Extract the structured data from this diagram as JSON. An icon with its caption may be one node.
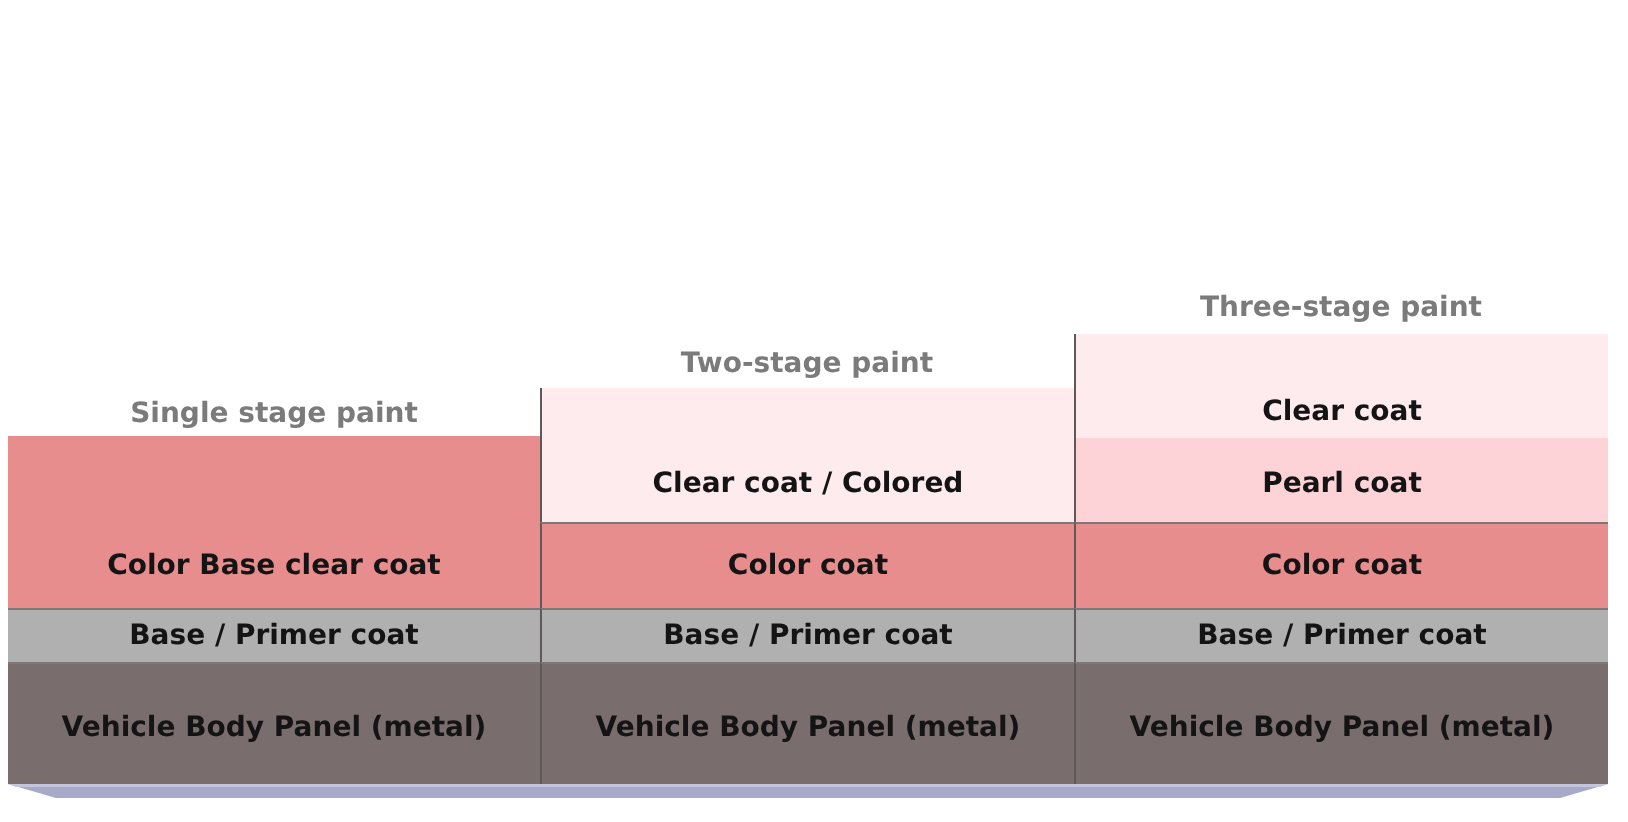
{
  "diagram": {
    "nodes": [
      {
        "text": [
          "Single stage paint"
        ]
      },
      {
        "text": [
          "Color Base clear coat"
        ],
        "in": 0
      },
      {
        "text": [
          "Base / Primer coat"
        ],
        "in": 0
      },
      {
        "text": [
          "Vehicle Body Panel (metal)"
        ],
        "in": 0
      },
      {
        "text": [
          "Two-stage paint"
        ]
      },
      {
        "text": [
          "Clear coat / Colored"
        ],
        "in": 4
      },
      {
        "text": [
          "Color coat"
        ],
        "in": 4
      },
      {
        "text": [
          "Base / Primer coat"
        ],
        "in": 4
      },
      {
        "text": [
          "Vehicle Body Panel (metal)"
        ],
        "in": 4
      },
      {
        "text": [
          "Three-stage paint"
        ]
      },
      {
        "text": [
          "Clear coat"
        ],
        "in": 9
      },
      {
        "text": [
          "Pearl coat"
        ],
        "in": 9
      },
      {
        "text": [
          "Color coat"
        ],
        "in": 9
      },
      {
        "text": [
          "Base / Primer coat"
        ],
        "in": 9
      },
      {
        "text": [
          "Vehicle Body Panel (metal)"
        ],
        "in": 9
      }
    ]
  }
}
